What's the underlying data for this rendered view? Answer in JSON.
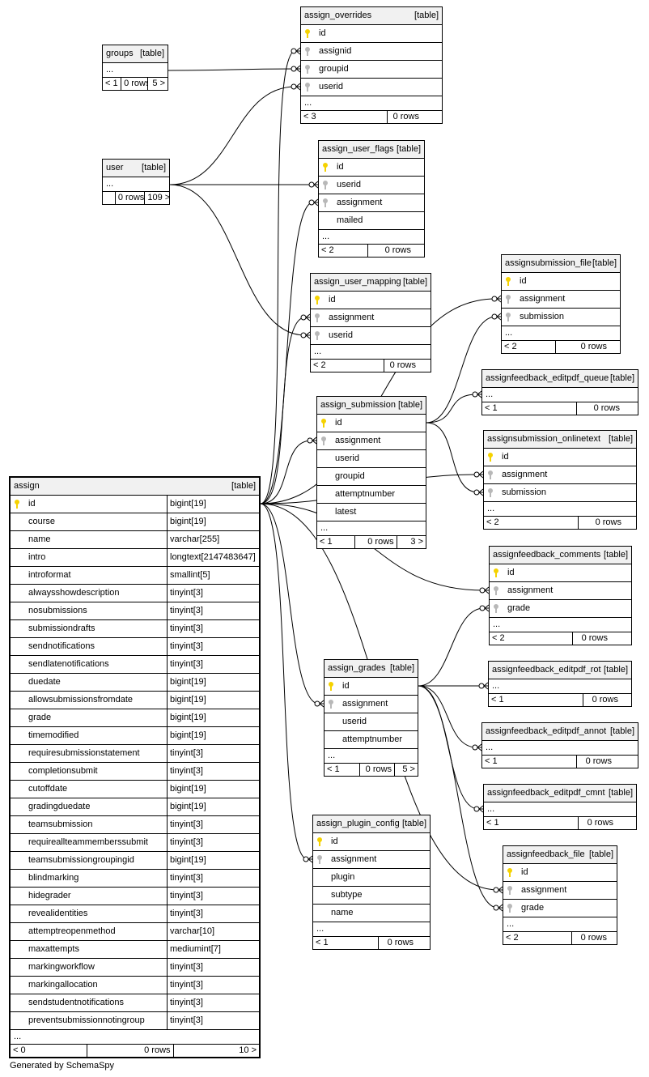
{
  "footer": {
    "credit": "Generated by SchemaSpy"
  },
  "tables": {
    "groups": {
      "name": "groups",
      "tag": "[table]",
      "rows": [],
      "footer": [
        "< 1",
        "0 rows",
        "5 >"
      ]
    },
    "user": {
      "name": "user",
      "tag": "[table]",
      "rows": [],
      "footer": [
        "",
        "0 rows",
        "109 >"
      ]
    },
    "assign_overrides": {
      "name": "assign_overrides",
      "tag": "[table]",
      "rows": [
        {
          "col": "id",
          "key": "pk"
        },
        {
          "col": "assignid",
          "key": "fk"
        },
        {
          "col": "groupid",
          "key": "fk"
        },
        {
          "col": "userid",
          "key": "fk"
        }
      ],
      "footer": [
        "< 3",
        "0 rows"
      ]
    },
    "assign_user_flags": {
      "name": "assign_user_flags",
      "tag": "[table]",
      "rows": [
        {
          "col": "id",
          "key": "pk"
        },
        {
          "col": "userid",
          "key": "fk"
        },
        {
          "col": "assignment",
          "key": "fk"
        },
        {
          "col": "mailed",
          "key": ""
        }
      ],
      "footer": [
        "< 2",
        "0 rows"
      ]
    },
    "assign_user_mapping": {
      "name": "assign_user_mapping",
      "tag": "[table]",
      "rows": [
        {
          "col": "id",
          "key": "pk"
        },
        {
          "col": "assignment",
          "key": "fk"
        },
        {
          "col": "userid",
          "key": "fk"
        }
      ],
      "footer": [
        "< 2",
        "0 rows"
      ]
    },
    "assignsubmission_file": {
      "name": "assignsubmission_file",
      "tag": "[table]",
      "rows": [
        {
          "col": "id",
          "key": "pk"
        },
        {
          "col": "assignment",
          "key": "fk"
        },
        {
          "col": "submission",
          "key": "fk"
        }
      ],
      "footer": [
        "< 2",
        "0 rows"
      ]
    },
    "assignfeedback_editpdf_queue": {
      "name": "assignfeedback_editpdf_queue",
      "tag": "[table]",
      "rows": [],
      "footer": [
        "< 1",
        "0 rows"
      ]
    },
    "assign_submission": {
      "name": "assign_submission",
      "tag": "[table]",
      "rows": [
        {
          "col": "id",
          "key": "pk"
        },
        {
          "col": "assignment",
          "key": "fk"
        },
        {
          "col": "userid",
          "key": ""
        },
        {
          "col": "groupid",
          "key": ""
        },
        {
          "col": "attemptnumber",
          "key": ""
        },
        {
          "col": "latest",
          "key": ""
        }
      ],
      "footer": [
        "< 1",
        "0 rows",
        "3 >"
      ]
    },
    "assignsubmission_onlinetext": {
      "name": "assignsubmission_onlinetext",
      "tag": "[table]",
      "rows": [
        {
          "col": "id",
          "key": "pk"
        },
        {
          "col": "assignment",
          "key": "fk"
        },
        {
          "col": "submission",
          "key": "fk"
        }
      ],
      "footer": [
        "< 2",
        "0 rows"
      ]
    },
    "assignfeedback_comments": {
      "name": "assignfeedback_comments",
      "tag": "[table]",
      "rows": [
        {
          "col": "id",
          "key": "pk"
        },
        {
          "col": "assignment",
          "key": "fk"
        },
        {
          "col": "grade",
          "key": "fk"
        }
      ],
      "footer": [
        "< 2",
        "0 rows"
      ]
    },
    "assign_grades": {
      "name": "assign_grades",
      "tag": "[table]",
      "rows": [
        {
          "col": "id",
          "key": "pk"
        },
        {
          "col": "assignment",
          "key": "fk"
        },
        {
          "col": "userid",
          "key": ""
        },
        {
          "col": "attemptnumber",
          "key": ""
        }
      ],
      "footer": [
        "< 1",
        "0 rows",
        "5 >"
      ]
    },
    "assignfeedback_editpdf_rot": {
      "name": "assignfeedback_editpdf_rot",
      "tag": "[table]",
      "rows": [],
      "footer": [
        "< 1",
        "0 rows"
      ]
    },
    "assignfeedback_editpdf_annot": {
      "name": "assignfeedback_editpdf_annot",
      "tag": "[table]",
      "rows": [],
      "footer": [
        "< 1",
        "0 rows"
      ]
    },
    "assignfeedback_editpdf_cmnt": {
      "name": "assignfeedback_editpdf_cmnt",
      "tag": "[table]",
      "rows": [],
      "footer": [
        "< 1",
        "0 rows"
      ]
    },
    "assign_plugin_config": {
      "name": "assign_plugin_config",
      "tag": "[table]",
      "rows": [
        {
          "col": "id",
          "key": "pk"
        },
        {
          "col": "assignment",
          "key": "fk"
        },
        {
          "col": "plugin",
          "key": ""
        },
        {
          "col": "subtype",
          "key": ""
        },
        {
          "col": "name",
          "key": ""
        }
      ],
      "footer": [
        "< 1",
        "0 rows"
      ]
    },
    "assignfeedback_file": {
      "name": "assignfeedback_file",
      "tag": "[table]",
      "rows": [
        {
          "col": "id",
          "key": "pk"
        },
        {
          "col": "assignment",
          "key": "fk"
        },
        {
          "col": "grade",
          "key": "fk"
        }
      ],
      "footer": [
        "< 2",
        "0 rows"
      ]
    },
    "assign": {
      "name": "assign",
      "tag": "[table]",
      "rows": [
        {
          "col": "id",
          "type": "bigint[19]",
          "key": "pk"
        },
        {
          "col": "course",
          "type": "bigint[19]",
          "key": ""
        },
        {
          "col": "name",
          "type": "varchar[255]",
          "key": ""
        },
        {
          "col": "intro",
          "type": "longtext[2147483647]",
          "key": ""
        },
        {
          "col": "introformat",
          "type": "smallint[5]",
          "key": ""
        },
        {
          "col": "alwaysshowdescription",
          "type": "tinyint[3]",
          "key": ""
        },
        {
          "col": "nosubmissions",
          "type": "tinyint[3]",
          "key": ""
        },
        {
          "col": "submissiondrafts",
          "type": "tinyint[3]",
          "key": ""
        },
        {
          "col": "sendnotifications",
          "type": "tinyint[3]",
          "key": ""
        },
        {
          "col": "sendlatenotifications",
          "type": "tinyint[3]",
          "key": ""
        },
        {
          "col": "duedate",
          "type": "bigint[19]",
          "key": ""
        },
        {
          "col": "allowsubmissionsfromdate",
          "type": "bigint[19]",
          "key": ""
        },
        {
          "col": "grade",
          "type": "bigint[19]",
          "key": ""
        },
        {
          "col": "timemodified",
          "type": "bigint[19]",
          "key": ""
        },
        {
          "col": "requiresubmissionstatement",
          "type": "tinyint[3]",
          "key": ""
        },
        {
          "col": "completionsubmit",
          "type": "tinyint[3]",
          "key": ""
        },
        {
          "col": "cutoffdate",
          "type": "bigint[19]",
          "key": ""
        },
        {
          "col": "gradingduedate",
          "type": "bigint[19]",
          "key": ""
        },
        {
          "col": "teamsubmission",
          "type": "tinyint[3]",
          "key": ""
        },
        {
          "col": "requireallteammemberssubmit",
          "type": "tinyint[3]",
          "key": ""
        },
        {
          "col": "teamsubmissiongroupingid",
          "type": "bigint[19]",
          "key": ""
        },
        {
          "col": "blindmarking",
          "type": "tinyint[3]",
          "key": ""
        },
        {
          "col": "hidegrader",
          "type": "tinyint[3]",
          "key": ""
        },
        {
          "col": "revealidentities",
          "type": "tinyint[3]",
          "key": ""
        },
        {
          "col": "attemptreopenmethod",
          "type": "varchar[10]",
          "key": ""
        },
        {
          "col": "maxattempts",
          "type": "mediumint[7]",
          "key": ""
        },
        {
          "col": "markingworkflow",
          "type": "tinyint[3]",
          "key": ""
        },
        {
          "col": "markingallocation",
          "type": "tinyint[3]",
          "key": ""
        },
        {
          "col": "sendstudentnotifications",
          "type": "tinyint[3]",
          "key": ""
        },
        {
          "col": "preventsubmissionnotingroup",
          "type": "tinyint[3]",
          "key": ""
        }
      ],
      "footer": [
        "< 0",
        "0 rows",
        "10 >"
      ]
    }
  },
  "relationships": [
    [
      "groups.out",
      "assign_overrides.groupid"
    ],
    [
      "user.out",
      "assign_overrides.userid"
    ],
    [
      "user.out",
      "assign_user_flags.userid"
    ],
    [
      "user.out",
      "assign_user_mapping.userid"
    ],
    [
      "assign.id",
      "assign_overrides.assignid"
    ],
    [
      "assign.id",
      "assign_user_flags.assignment"
    ],
    [
      "assign.id",
      "assign_user_mapping.assignment"
    ],
    [
      "assign.id",
      "assignsubmission_file.assignment"
    ],
    [
      "assign.id",
      "assign_submission.assignment"
    ],
    [
      "assign.id",
      "assignsubmission_onlinetext.assignment"
    ],
    [
      "assign.id",
      "assignfeedback_comments.assignment"
    ],
    [
      "assign.id",
      "assign_grades.assignment"
    ],
    [
      "assign.id",
      "assign_plugin_config.assignment"
    ],
    [
      "assign.id",
      "assignfeedback_file.assignment"
    ],
    [
      "assign_submission.id",
      "assignsubmission_file.submission"
    ],
    [
      "assign_submission.id",
      "assignfeedback_editpdf_queue.in"
    ],
    [
      "assign_submission.id",
      "assignsubmission_onlinetext.submission"
    ],
    [
      "assign_grades.id",
      "assignfeedback_comments.grade"
    ],
    [
      "assign_grades.id",
      "assignfeedback_editpdf_rot.in"
    ],
    [
      "assign_grades.id",
      "assignfeedback_editpdf_annot.in"
    ],
    [
      "assign_grades.id",
      "assignfeedback_editpdf_cmnt.in"
    ],
    [
      "assign_grades.id",
      "assignfeedback_file.grade"
    ]
  ]
}
